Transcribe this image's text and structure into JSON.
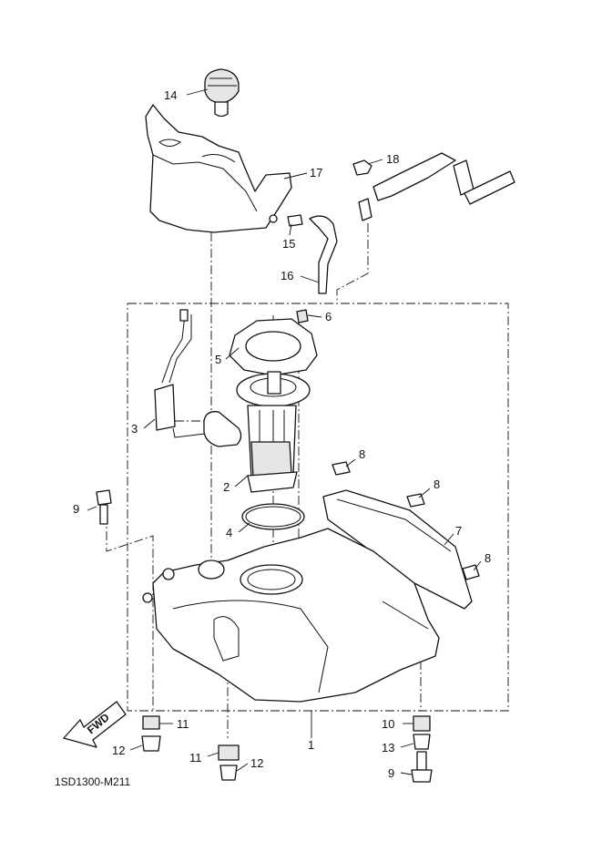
{
  "diagram": {
    "reference_code": "1SD1300-M211",
    "direction_label": "FWD",
    "callouts": [
      {
        "id": "c14",
        "text": "14"
      },
      {
        "id": "c17",
        "text": "17"
      },
      {
        "id": "c18",
        "text": "18"
      },
      {
        "id": "c15",
        "text": "15"
      },
      {
        "id": "c16",
        "text": "16"
      },
      {
        "id": "c6",
        "text": "6"
      },
      {
        "id": "c5",
        "text": "5"
      },
      {
        "id": "c3",
        "text": "3"
      },
      {
        "id": "c2",
        "text": "2"
      },
      {
        "id": "c8a",
        "text": "8"
      },
      {
        "id": "c8b",
        "text": "8"
      },
      {
        "id": "c9a",
        "text": "9"
      },
      {
        "id": "c4",
        "text": "4"
      },
      {
        "id": "c7",
        "text": "7"
      },
      {
        "id": "c8c",
        "text": "8"
      },
      {
        "id": "c11a",
        "text": "11"
      },
      {
        "id": "c12a",
        "text": "12"
      },
      {
        "id": "c1",
        "text": "1"
      },
      {
        "id": "c10",
        "text": "10"
      },
      {
        "id": "c13",
        "text": "13"
      },
      {
        "id": "c11b",
        "text": "11"
      },
      {
        "id": "c12b",
        "text": "12"
      },
      {
        "id": "c9b",
        "text": "9"
      }
    ]
  }
}
